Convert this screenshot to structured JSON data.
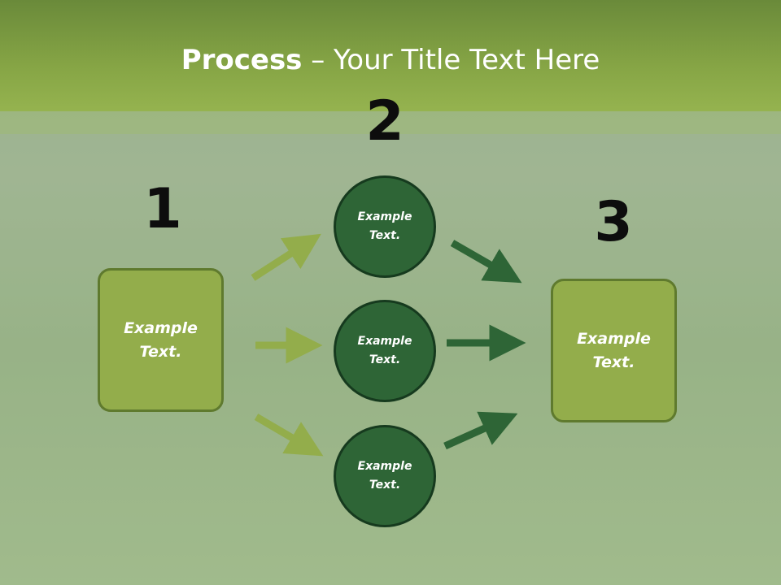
{
  "title": {
    "bold": "Process",
    "rest": " – Your Title Text Here"
  },
  "steps": [
    {
      "number": "1",
      "text": "Example Text."
    },
    {
      "number": "2",
      "items": [
        "Example Text.",
        "Example Text.",
        "Example Text."
      ]
    },
    {
      "number": "3",
      "text": "Example Text."
    }
  ],
  "colors": {
    "header": "#86a545",
    "box_fill": "#93ad4b",
    "box_border": "#5f7a2e",
    "circle_fill": "#2e6536",
    "circle_border": "#163a1e",
    "arrow_light": "#93ad4b",
    "arrow_dark": "#2e6536"
  }
}
